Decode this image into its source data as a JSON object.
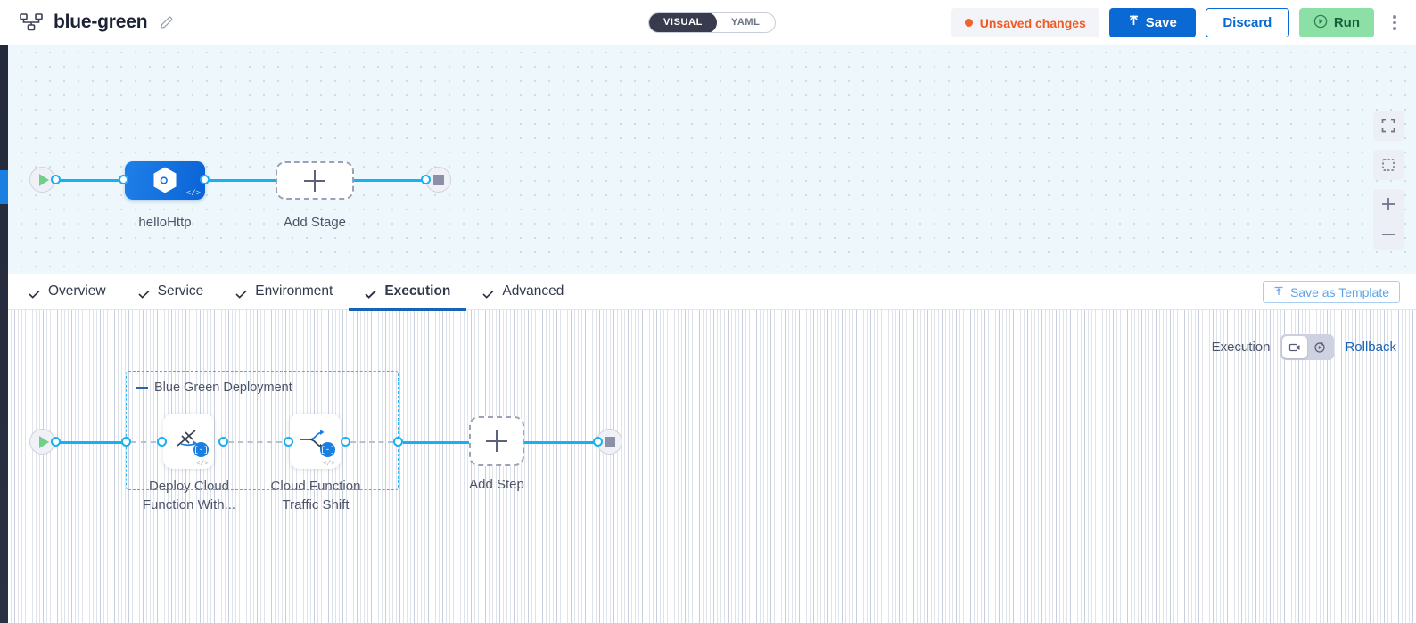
{
  "header": {
    "pipeline_icon": "pipeline-nodes-icon",
    "title": "blue-green",
    "edit_icon": "pencil-icon",
    "view_toggle": {
      "options": [
        "VISUAL",
        "YAML"
      ],
      "selected": "VISUAL"
    },
    "unsaved_label": "Unsaved changes",
    "save_label": "Save",
    "save_icon": "upload-arrow-icon",
    "discard_label": "Discard",
    "run_label": "Run",
    "run_icon": "play-circle-icon",
    "more_icon": "kebab-menu-icon",
    "accent_blue": "#0b69d4",
    "accent_green": "#8ce0a6",
    "accent_orange": "#f2622a"
  },
  "top_canvas": {
    "start_icon": "play-icon",
    "stop_icon": "stop-icon",
    "stage": {
      "label": "helloHttp",
      "icon": "hexagon-link-icon",
      "code_badge": "</>"
    },
    "add_stage": {
      "label": "Add Stage",
      "icon": "plus-icon"
    },
    "controls": [
      {
        "name": "fullscreen-icon"
      },
      {
        "name": "fit-to-screen-icon"
      },
      {
        "name": "zoom-in-icon"
      },
      {
        "name": "zoom-out-icon"
      }
    ]
  },
  "tabs": {
    "items": [
      {
        "label": "Overview",
        "checked": true,
        "active": false
      },
      {
        "label": "Service",
        "checked": true,
        "active": false
      },
      {
        "label": "Environment",
        "checked": true,
        "active": false
      },
      {
        "label": "Execution",
        "checked": true,
        "active": true
      },
      {
        "label": "Advanced",
        "checked": true,
        "active": false
      }
    ],
    "save_as_template": "Save as Template",
    "save_as_template_icon": "template-upload-icon"
  },
  "execution_bar": {
    "label": "Execution",
    "toggle": [
      {
        "name": "steps-view-icon",
        "active": true
      },
      {
        "name": "rollback-view-icon",
        "active": false
      }
    ],
    "rollback_label": "Rollback"
  },
  "bottom_canvas": {
    "start_icon": "play-icon",
    "stop_icon": "stop-icon",
    "group": {
      "title": "Blue Green Deployment"
    },
    "steps": [
      {
        "label_line1": "Deploy Cloud",
        "label_line2": "Function With...",
        "icon": "deploy-function-icon",
        "badge": "[-]",
        "code_badge": "</>"
      },
      {
        "label_line1": "Cloud Function",
        "label_line2": "Traffic Shift",
        "icon": "traffic-shift-icon",
        "badge": "[-]",
        "code_badge": "</>"
      }
    ],
    "add_step": {
      "label": "Add Step",
      "icon": "plus-icon"
    }
  }
}
